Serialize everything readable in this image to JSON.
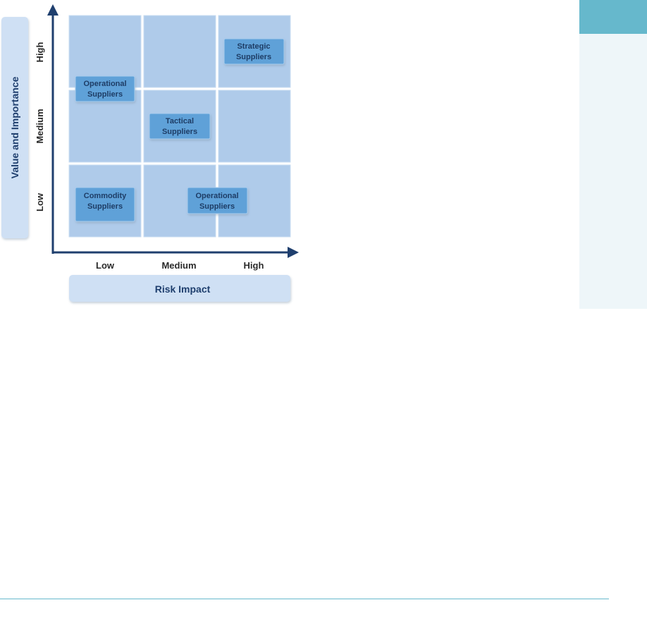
{
  "diagram": {
    "y_axis": {
      "title": "Value and Importance",
      "ticks": [
        "Low",
        "Medium",
        "High"
      ]
    },
    "x_axis": {
      "title": "Risk Impact",
      "ticks": [
        "Low",
        "Medium",
        "High"
      ]
    },
    "labels": [
      {
        "id": "operational-top",
        "lines": [
          "Operational",
          "Suppliers"
        ],
        "risk": "Low",
        "value": "High / Medium"
      },
      {
        "id": "strategic",
        "lines": [
          "Strategic",
          "Suppliers"
        ],
        "risk": "High",
        "value": "High"
      },
      {
        "id": "tactical",
        "lines": [
          "Tactical",
          "Suppliers"
        ],
        "risk": "Medium",
        "value": "Medium"
      },
      {
        "id": "commodity",
        "lines": [
          "Commodity",
          "Suppliers"
        ],
        "risk": "Low",
        "value": "Low"
      },
      {
        "id": "operational-bottom",
        "lines": [
          "Operational",
          "Suppliers"
        ],
        "risk": "Medium / High",
        "value": "Low"
      }
    ]
  },
  "colors": {
    "cell": "#afcbea",
    "label": "#5fa1d8",
    "axis": "#1f3f6e",
    "accent": "#66b8cc"
  }
}
